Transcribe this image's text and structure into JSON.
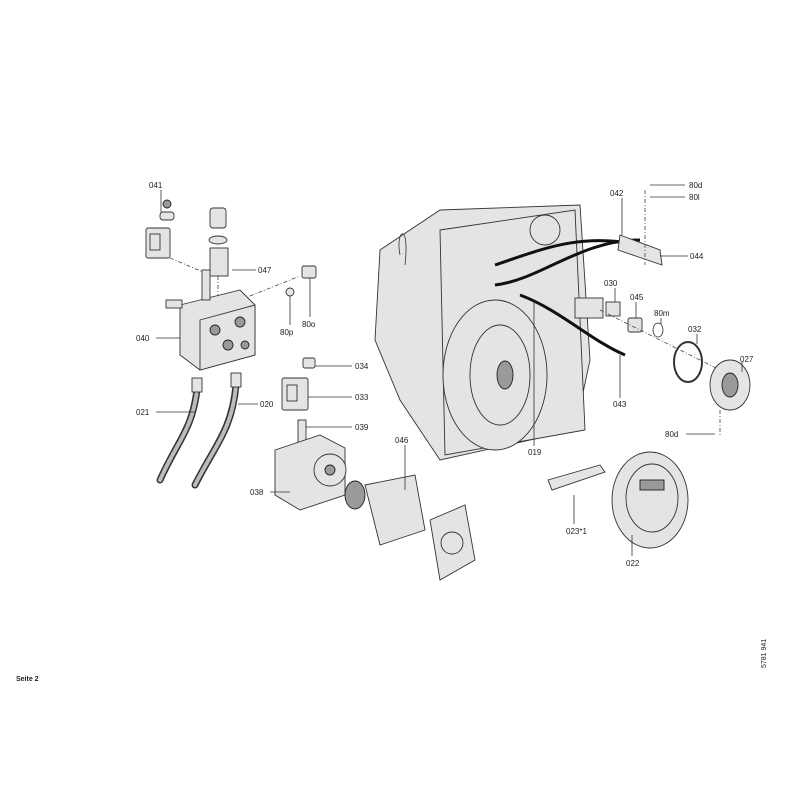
{
  "page_label": "Seite 2",
  "document_number": "5781 941",
  "parts": [
    {
      "id": "041"
    },
    {
      "id": "047"
    },
    {
      "id": "80p"
    },
    {
      "id": "80o"
    },
    {
      "id": "040"
    },
    {
      "id": "021"
    },
    {
      "id": "020"
    },
    {
      "id": "034"
    },
    {
      "id": "033"
    },
    {
      "id": "039"
    },
    {
      "id": "038"
    },
    {
      "id": "046"
    },
    {
      "id": "042"
    },
    {
      "id": "80d"
    },
    {
      "id": "80l"
    },
    {
      "id": "044"
    },
    {
      "id": "030"
    },
    {
      "id": "045"
    },
    {
      "id": "80m"
    },
    {
      "id": "032"
    },
    {
      "id": "027"
    },
    {
      "id": "043"
    },
    {
      "id": "019"
    },
    {
      "id": "80d"
    },
    {
      "id": "023*1"
    },
    {
      "id": "022"
    }
  ]
}
